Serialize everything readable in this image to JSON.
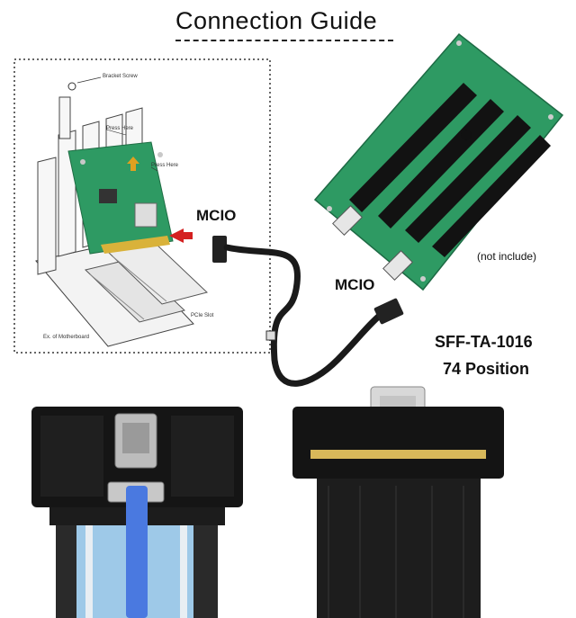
{
  "title": "Connection Guide",
  "labels": {
    "mcio_1": "MCIO",
    "mcio_2": "MCIO",
    "not_included": "(not include)",
    "spec_line1": "SFF-TA-1016",
    "spec_line2": "74 Position"
  },
  "diagram_labels": {
    "bracket_screw": "Bracket Screw",
    "press_here_1": "Press Here",
    "press_here_2": "Press Here",
    "pcie_slot": "PCIe Slot",
    "motherboard": "Ex. of Motherboard"
  },
  "colors": {
    "pcb_green": "#2e9a63",
    "cable_black": "#1a1a1a",
    "wire_blue": "#4a79e0",
    "wire_light_blue": "#9ec9e8"
  }
}
